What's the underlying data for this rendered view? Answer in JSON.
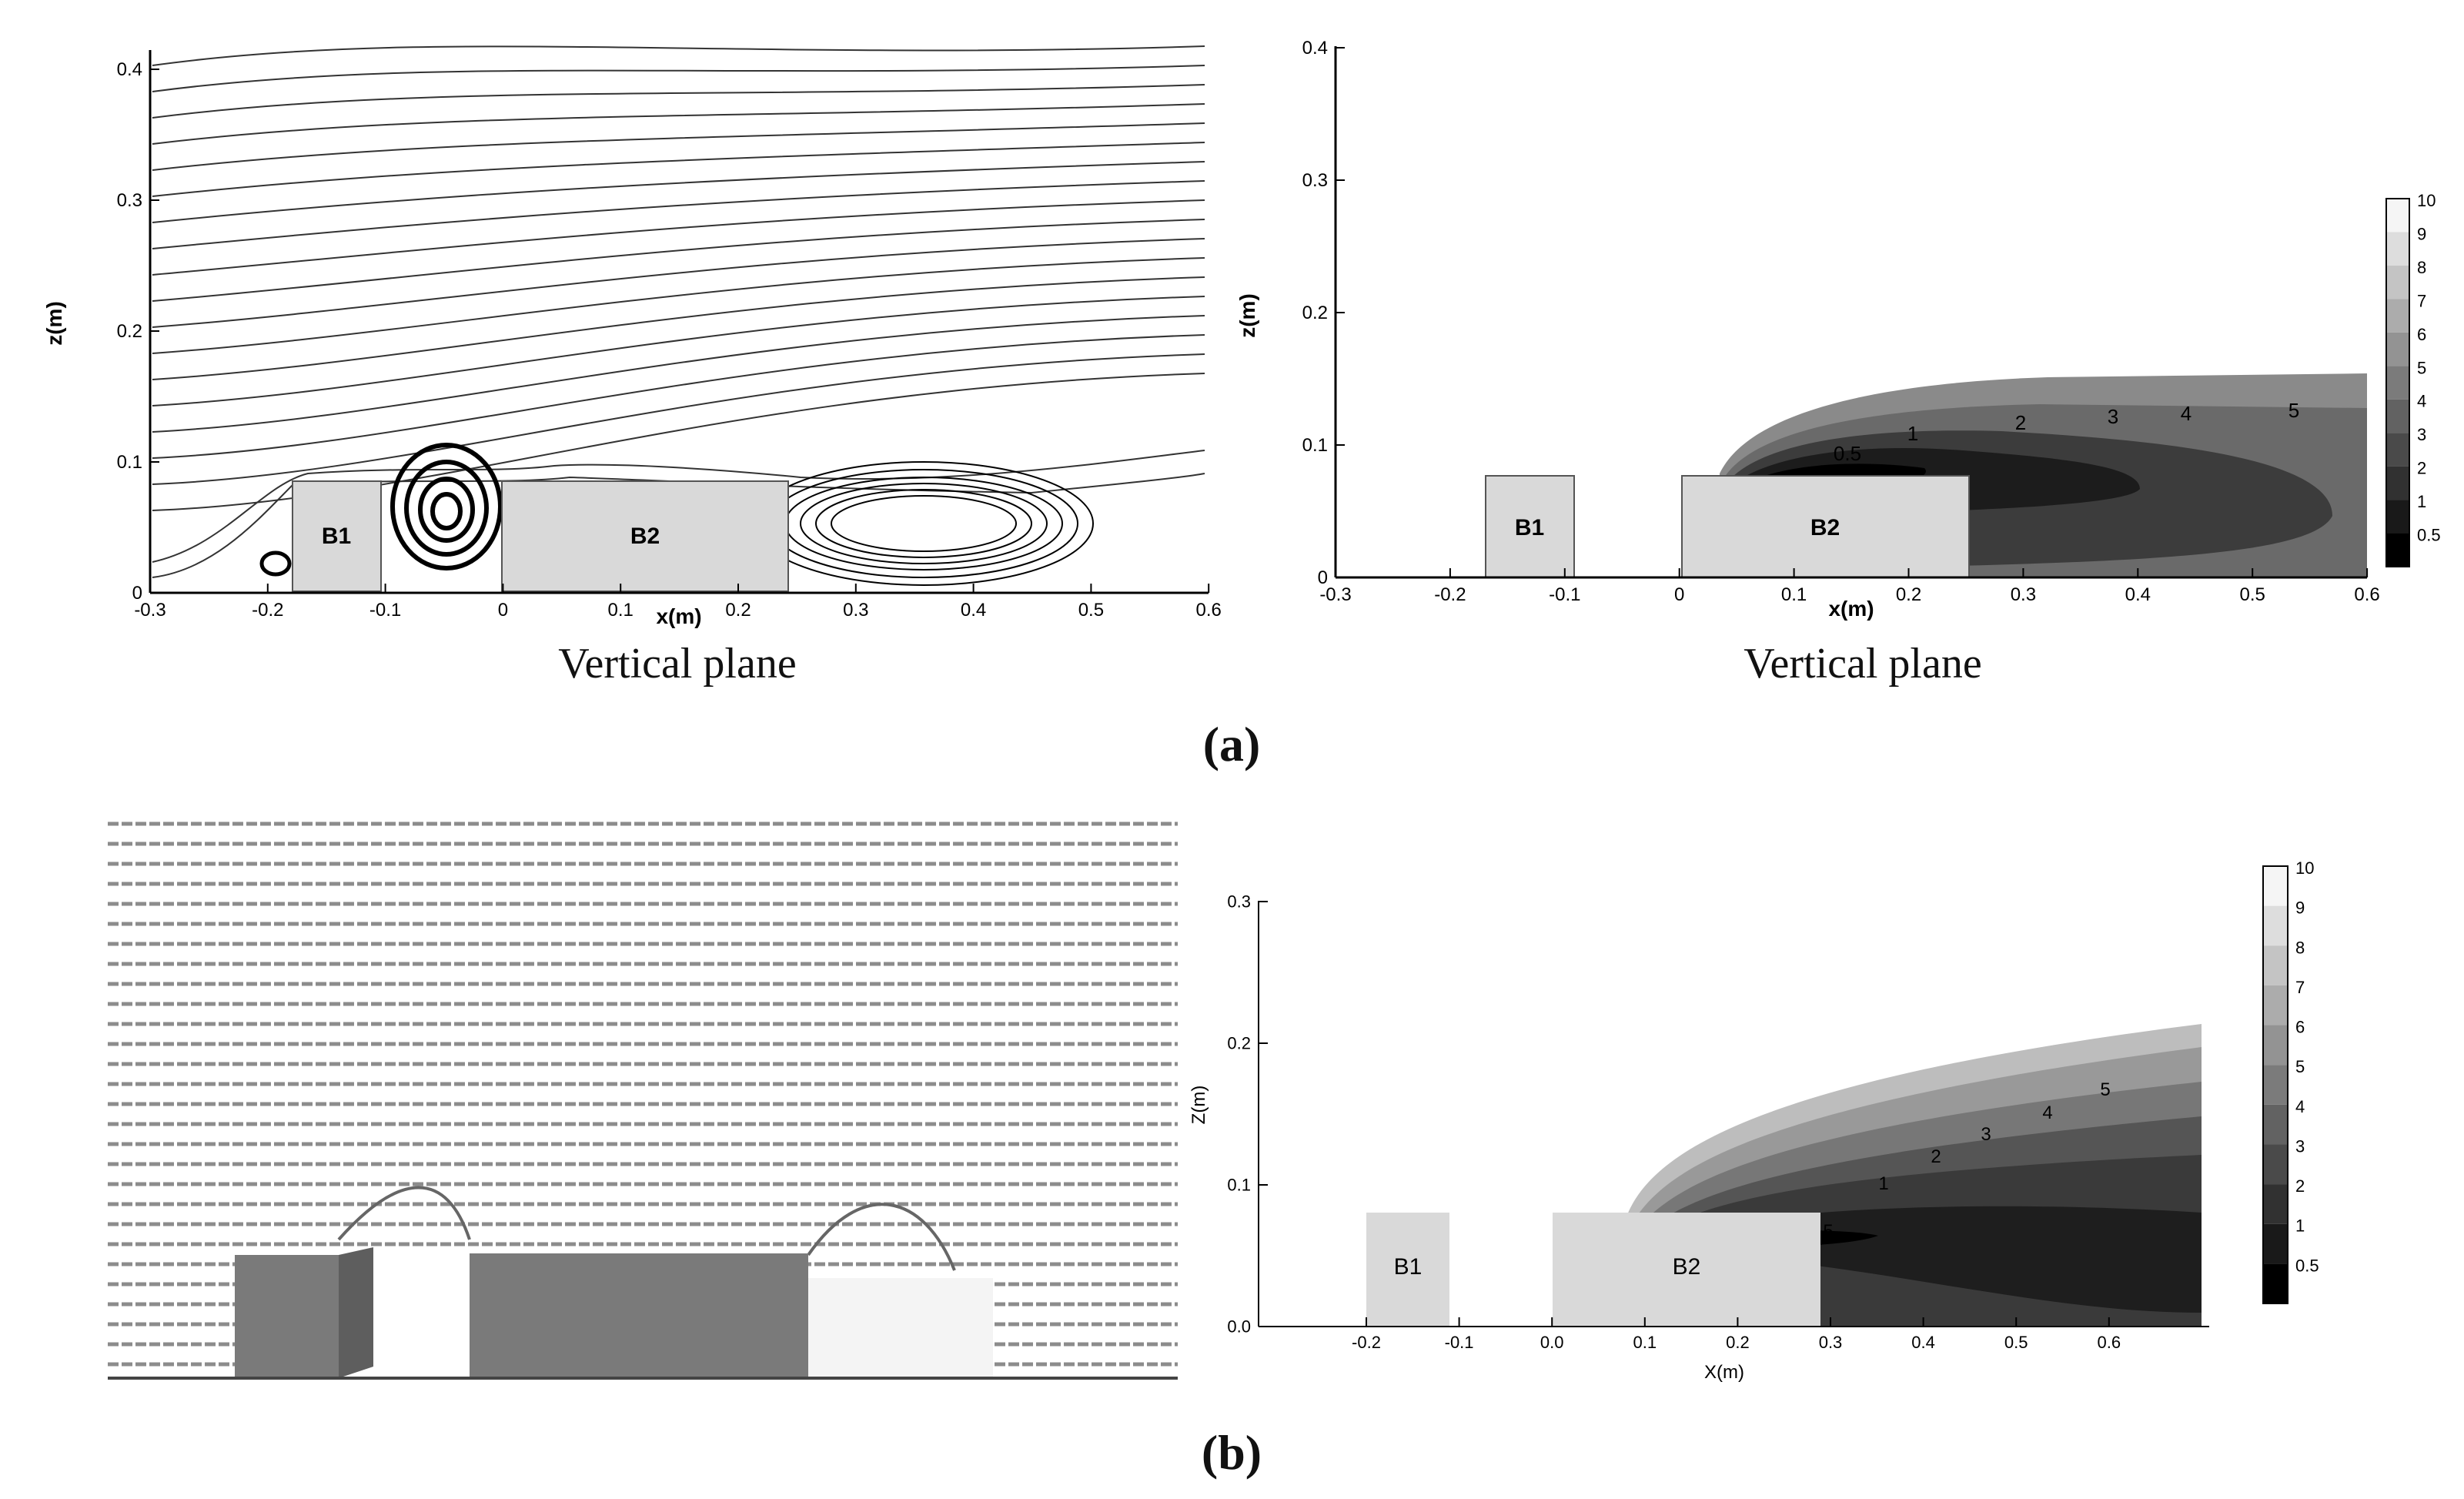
{
  "captions": {
    "a_left": "Vertical plane",
    "a_right": "Vertical plane",
    "part_a": "(a)",
    "part_b": "(b)"
  },
  "blocks": {
    "b1": "B1",
    "b2": "B2"
  },
  "a_left": {
    "xlabel": "x(m)",
    "ylabel": "z(m)",
    "xticks": [
      "-0.3",
      "-0.2",
      "-0.1",
      "0",
      "0.1",
      "0.2",
      "0.3",
      "0.4",
      "0.5",
      "0.6"
    ],
    "yticks": [
      "0",
      "0.1",
      "0.2",
      "0.3",
      "0.4"
    ]
  },
  "a_right": {
    "xlabel": "x(m)",
    "ylabel": "z(m)",
    "xticks": [
      "-0.3",
      "-0.2",
      "-0.1",
      "0",
      "0.1",
      "0.2",
      "0.3",
      "0.4",
      "0.5",
      "0.6"
    ],
    "yticks": [
      "0",
      "0.1",
      "0.2",
      "0.3",
      "0.4"
    ],
    "colorbar": [
      "10",
      "9",
      "8",
      "7",
      "6",
      "5",
      "4",
      "3",
      "2",
      "1",
      "0.5"
    ],
    "contour_labels": [
      "0.5",
      "1",
      "2",
      "3",
      "4",
      "5"
    ]
  },
  "b_right": {
    "xlabel": "X(m)",
    "ylabel": "Z(m)",
    "xticks": [
      "-0.2",
      "-0.1",
      "0.0",
      "0.1",
      "0.2",
      "0.3",
      "0.4",
      "0.5",
      "0.6"
    ],
    "yticks": [
      "0.0",
      "0.1",
      "0.2",
      "0.3"
    ],
    "colorbar": [
      "10",
      "9",
      "8",
      "7",
      "6",
      "5",
      "4",
      "3",
      "2",
      "1",
      "0.5"
    ],
    "contour_labels": [
      "0.5",
      "1",
      "2",
      "3",
      "4",
      "5"
    ]
  },
  "colors": {
    "block": "#d9d9d9",
    "block_dark": "#777777",
    "line": "#111111"
  }
}
